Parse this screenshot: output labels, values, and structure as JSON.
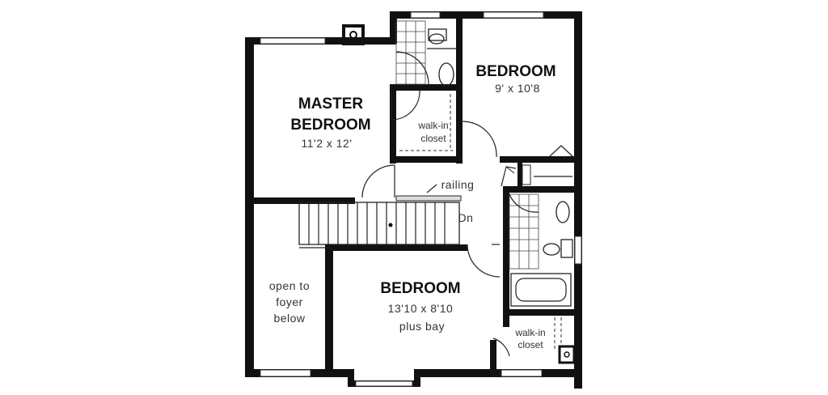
{
  "rooms": {
    "master": {
      "name_line1": "MASTER",
      "name_line2": "BEDROOM",
      "size": "11'2 x 12'"
    },
    "bedroom_top": {
      "name": "BEDROOM",
      "size": "9' x 10'8"
    },
    "bedroom_bottom": {
      "name": "BEDROOM",
      "size": "13'10 x 8'10",
      "note": "plus bay"
    }
  },
  "closets": {
    "master_closet": {
      "line1": "walk-in",
      "line2": "closet"
    },
    "bottom_closet": {
      "line1": "walk-in",
      "line2": "closet"
    }
  },
  "stairs": {
    "railing": "railing",
    "direction": "Dn"
  },
  "open_area": {
    "line1": "open to",
    "line2": "foyer",
    "line3": "below"
  }
}
